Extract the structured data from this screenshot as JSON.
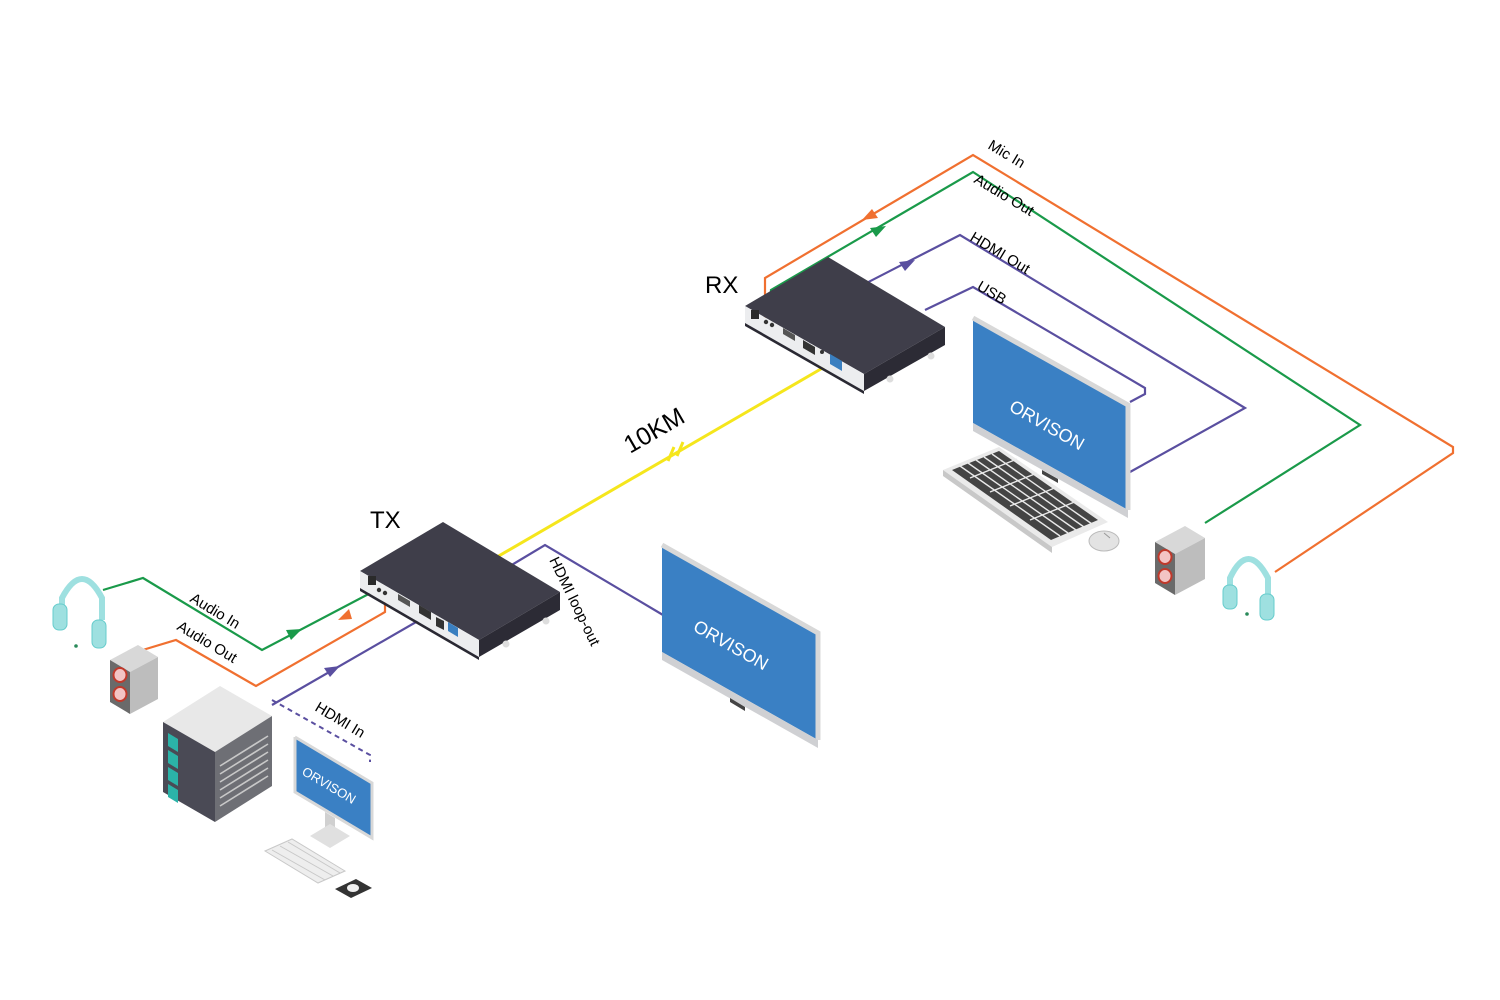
{
  "devices": {
    "tx_label": "TX",
    "rx_label": "RX"
  },
  "distance_label": "10KM",
  "links": {
    "tx_audio_in": "Audio In",
    "tx_audio_out": "Audio Out",
    "tx_hdmi_in": "HDMI In",
    "tx_hdmi_loop_out": "HDMI loop-out",
    "rx_mic_in": "Mic In",
    "rx_audio_out": "Audio Out",
    "rx_hdmi_out": "HDMI Out",
    "rx_usb": "USB"
  },
  "screens": {
    "loop_display_brand": "ORVISON",
    "rx_monitor_brand": "ORVISON",
    "tx_pc_brand": "ORVISON"
  },
  "colors": {
    "fiber": "#f5e61c",
    "audio_in_line": "#1a9a4a",
    "audio_out_line": "#f07030",
    "hdmi_line": "#5a4fa0",
    "device_body": "#3f3e4a",
    "screen": "#3a80c4",
    "headphone": "#9ee0e0"
  }
}
